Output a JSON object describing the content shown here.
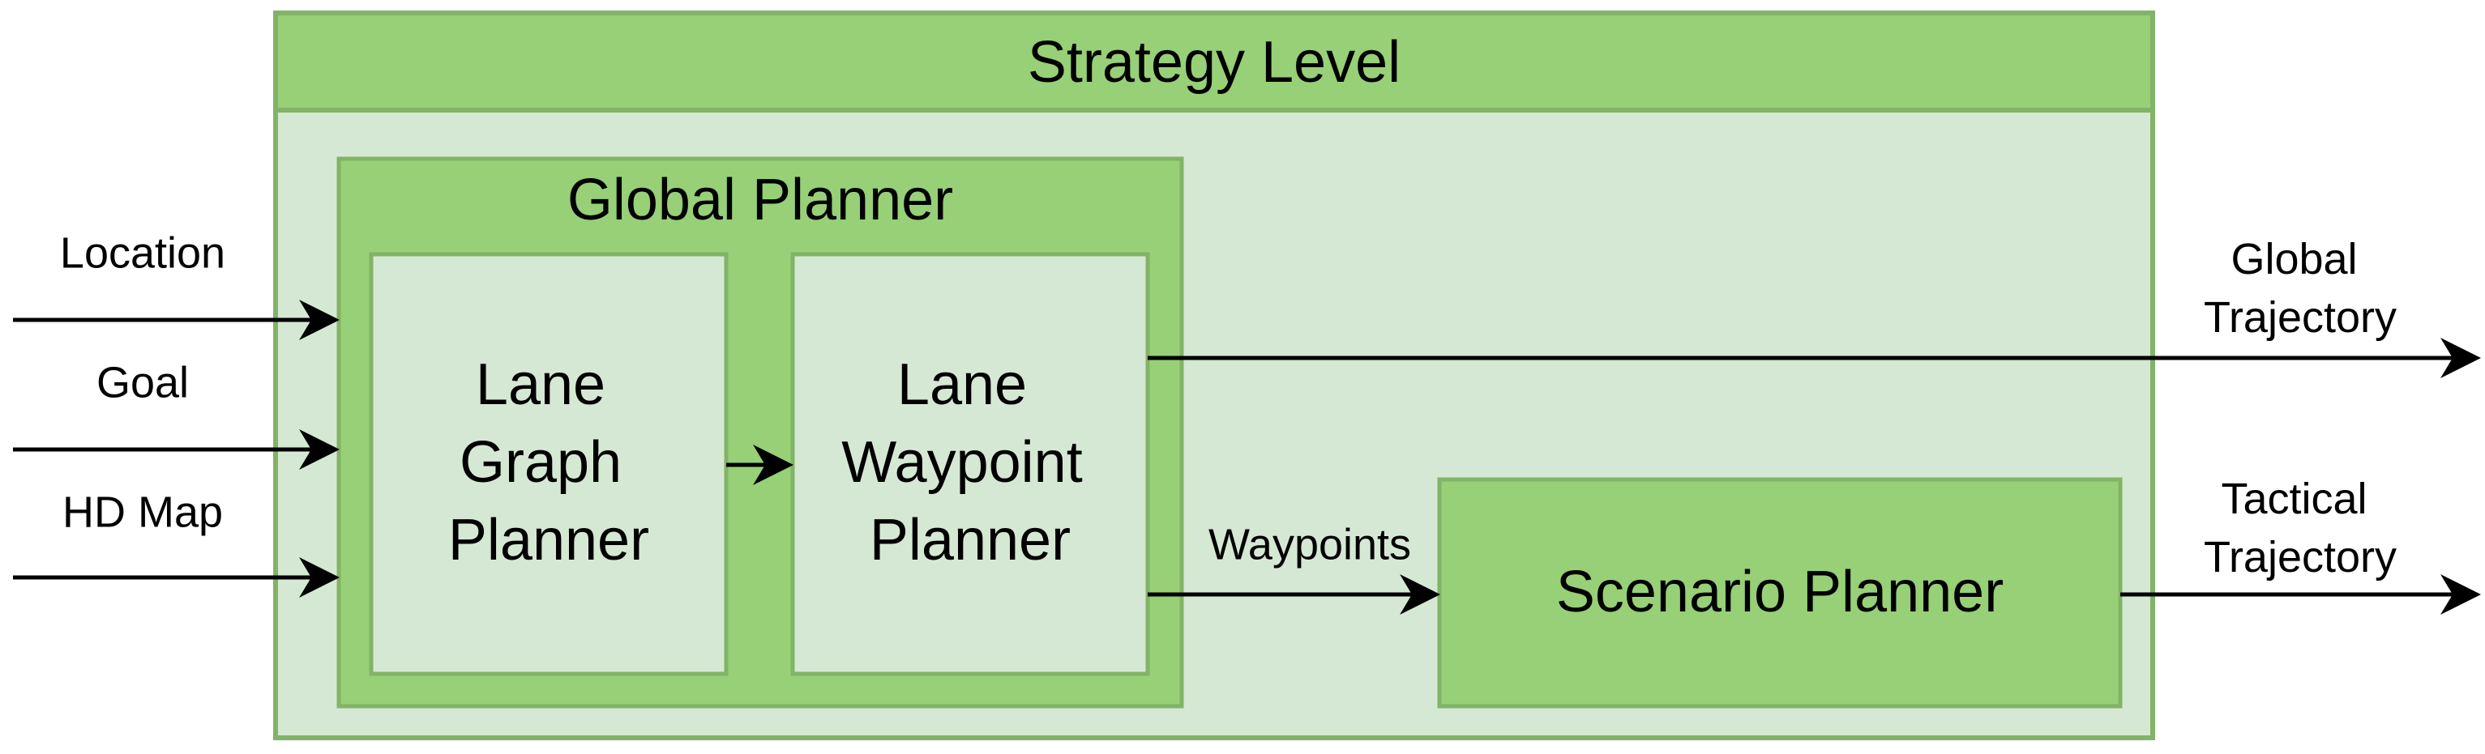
{
  "strategy_level": {
    "title": "Strategy Level"
  },
  "global_planner": {
    "title": "Global Planner",
    "lane_graph_planner": [
      "Lane",
      "Graph",
      "Planner"
    ],
    "lane_waypoint_planner": [
      "Lane",
      "Waypoint",
      "Planner"
    ]
  },
  "scenario_planner": {
    "title": "Scenario Planner"
  },
  "inputs": [
    "Location",
    "Goal",
    "HD Map"
  ],
  "edges": {
    "waypoints": "Waypoints"
  },
  "outputs": {
    "global_trajectory": [
      "Global",
      "Trajectory"
    ],
    "tactical_trajectory": [
      "Tactical",
      "Trajectory"
    ]
  },
  "colors": {
    "outer_fill": "#d5e8d4",
    "header_fill": "#97d077",
    "border": "#82b366",
    "inner_fill": "#d5e8d4",
    "arrow": "#000000"
  }
}
